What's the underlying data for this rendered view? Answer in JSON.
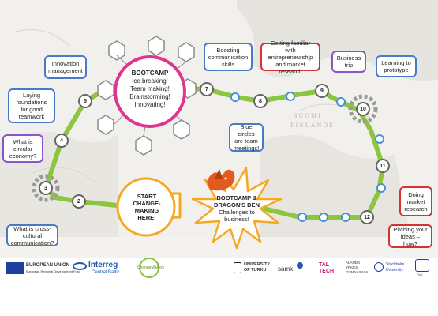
{
  "diagram": {
    "bootcamp": {
      "title": "BOOTCAMP",
      "lines": [
        "Ice breaking!",
        "Team making!",
        "Brainstorming!",
        "Innovating!"
      ]
    },
    "start": {
      "lines": [
        "START",
        "CHANGE-",
        "MAKING",
        "HERE!"
      ]
    },
    "dragons_den": {
      "lines": [
        "BOOTCAMP &",
        "DRAGON'S DEN",
        "Challenges to",
        "business!"
      ]
    },
    "nodes": [
      "2",
      "3",
      "4",
      "5",
      "7",
      "8",
      "9",
      "10",
      "11",
      "12"
    ],
    "callouts": {
      "cross_cultural": "What is cross-cultural communication?",
      "circular_economy": "What is circular economy?",
      "foundations": "Laying foundations for good teamwork",
      "innovation": "Innovation management",
      "communication": "Boosting communication skills",
      "blue_circles": "Blue circles are team meetings!",
      "entrepreneurship": "Getting familiar with entrepreneurship and market research",
      "business_trip": "Business trip",
      "prototype": "Learning to prototype",
      "market_research": "Doing market research",
      "pitching": "Pitching your ideas – how?"
    },
    "map_labels": [
      "SUOMI",
      "FINLANDE"
    ]
  },
  "footer": {
    "logos": [
      "EUROPEAN UNION",
      "European Regional Development Fund",
      "Interreg",
      "Central Baltic",
      "ChangeMakers",
      "UNIVERSITY OF TURKU",
      "samk",
      "TAL TECH",
      "ALANDS YRKES GYMNASIUM",
      "Stockholm University",
      "Pori"
    ]
  },
  "colors": {
    "route_green": "#8cc63f",
    "node_blue": "#4a90d9",
    "bootcamp_pink": "#e0358f",
    "start_orange": "#f7a823",
    "callout_blue": "#4a79c8",
    "callout_purple": "#8a55c6",
    "callout_red": "#d63232"
  }
}
